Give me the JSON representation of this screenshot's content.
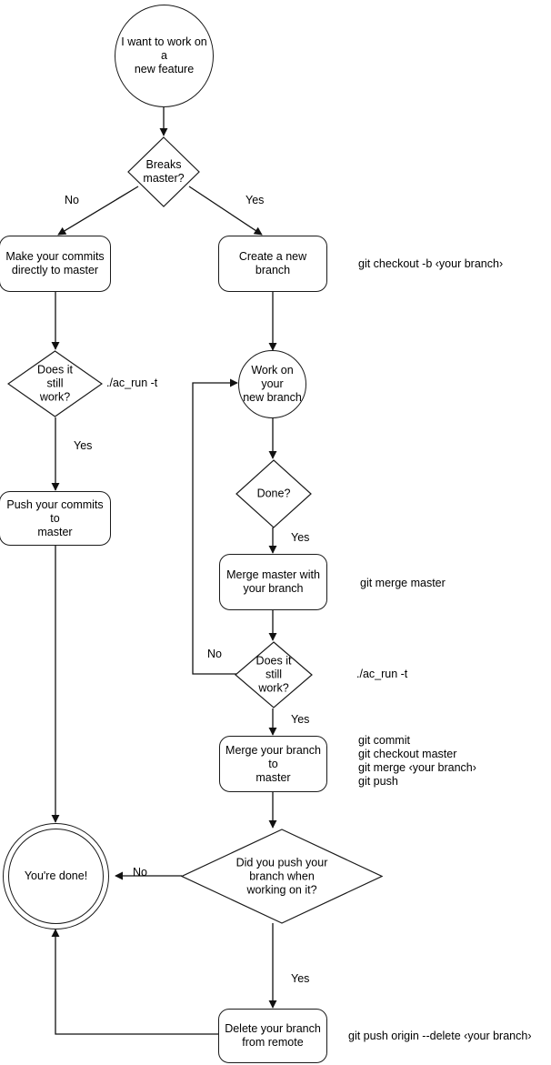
{
  "diagram": {
    "title": "Git branching workflow flowchart",
    "stroke_color": "#1a1a1a",
    "background_color": "#ffffff",
    "nodes": {
      "start": {
        "label": "I want to work on a\nnew feature",
        "shape": "circle"
      },
      "breaks_master": {
        "label": "Breaks\nmaster?",
        "shape": "diamond"
      },
      "make_commits": {
        "label": "Make your commits\ndirectly to master",
        "shape": "process"
      },
      "create_branch": {
        "label": "Create a new branch",
        "shape": "process"
      },
      "left_works": {
        "label": "Does it still\nwork?",
        "shape": "diamond"
      },
      "work_branch": {
        "label": "Work on your\nnew branch",
        "shape": "circle"
      },
      "push_commits": {
        "label": "Push your commits to\nmaster",
        "shape": "process"
      },
      "done_q": {
        "label": "Done?",
        "shape": "diamond"
      },
      "merge_master": {
        "label": "Merge master with\nyour branch",
        "shape": "process"
      },
      "right_works": {
        "label": "Does it still\nwork?",
        "shape": "diamond"
      },
      "merge_branch": {
        "label": "Merge your branch to\nmaster",
        "shape": "process"
      },
      "youre_done": {
        "label": "You're done!",
        "shape": "terminal"
      },
      "did_push": {
        "label": "Did you push your\nbranch when working on it?",
        "shape": "diamond"
      },
      "delete_branch": {
        "label": "Delete your branch\nfrom remote",
        "shape": "process"
      }
    },
    "edge_labels": {
      "breaks_no": "No",
      "breaks_yes": "Yes",
      "left_works_yes": "Yes",
      "done_yes": "Yes",
      "right_works_no": "No",
      "right_works_yes": "Yes",
      "did_push_no": "No",
      "did_push_yes": "Yes"
    },
    "annotations": {
      "create_branch_cmd": "git checkout -b ‹your branch›",
      "left_test_cmd": "./ac_run -t",
      "merge_master_cmd": "git merge master",
      "right_test_cmd": "./ac_run -t",
      "merge_branch_cmds": "git commit\ngit checkout master\ngit merge ‹your branch›\ngit push",
      "delete_branch_cmd": "git push origin --delete ‹your branch›"
    }
  }
}
